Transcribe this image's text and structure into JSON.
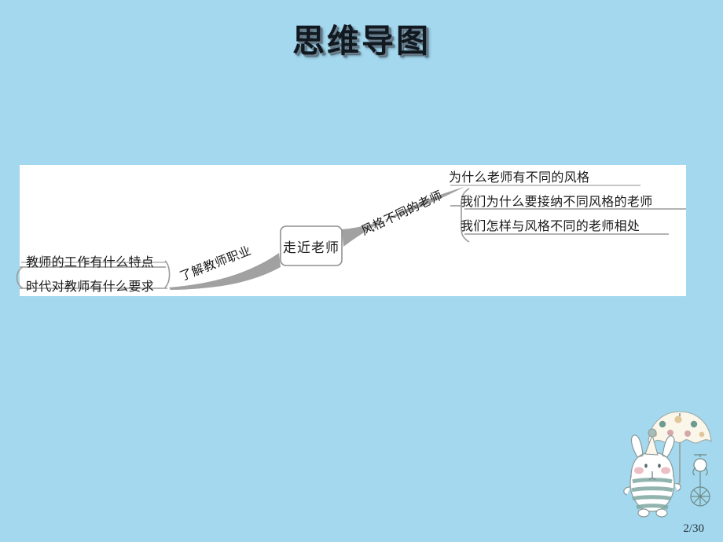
{
  "slide": {
    "title": "思维导图",
    "page_number": "2/30",
    "background_color": "#a4d8ee",
    "panel_color": "#ffffff",
    "connector_color": "#8c8c8c"
  },
  "mindmap": {
    "central_node": {
      "label": "走近老师"
    },
    "branches": [
      {
        "id": "left",
        "label": "了解教师职业",
        "side": "left",
        "leaves": [
          {
            "text": "教师的工作有什么特点"
          },
          {
            "text": "时代对教师有什么要求"
          }
        ]
      },
      {
        "id": "right",
        "label": "风格不同的老师",
        "side": "right",
        "leaves": [
          {
            "text": "为什么老师有不同的风格"
          },
          {
            "text": "我们为什么要接纳不同风格的老师"
          },
          {
            "text": "我们怎样与风格不同的老师相处"
          }
        ]
      }
    ]
  },
  "decoration": {
    "name": "rabbit-with-umbrella",
    "umbrella_color": "#fbf6ea",
    "dot_colors": [
      "#6f9a90",
      "#d4a7ab",
      "#e0c79a"
    ],
    "body_stripe_color": "#7fa8a2",
    "cheek_color": "#e5aab0"
  }
}
